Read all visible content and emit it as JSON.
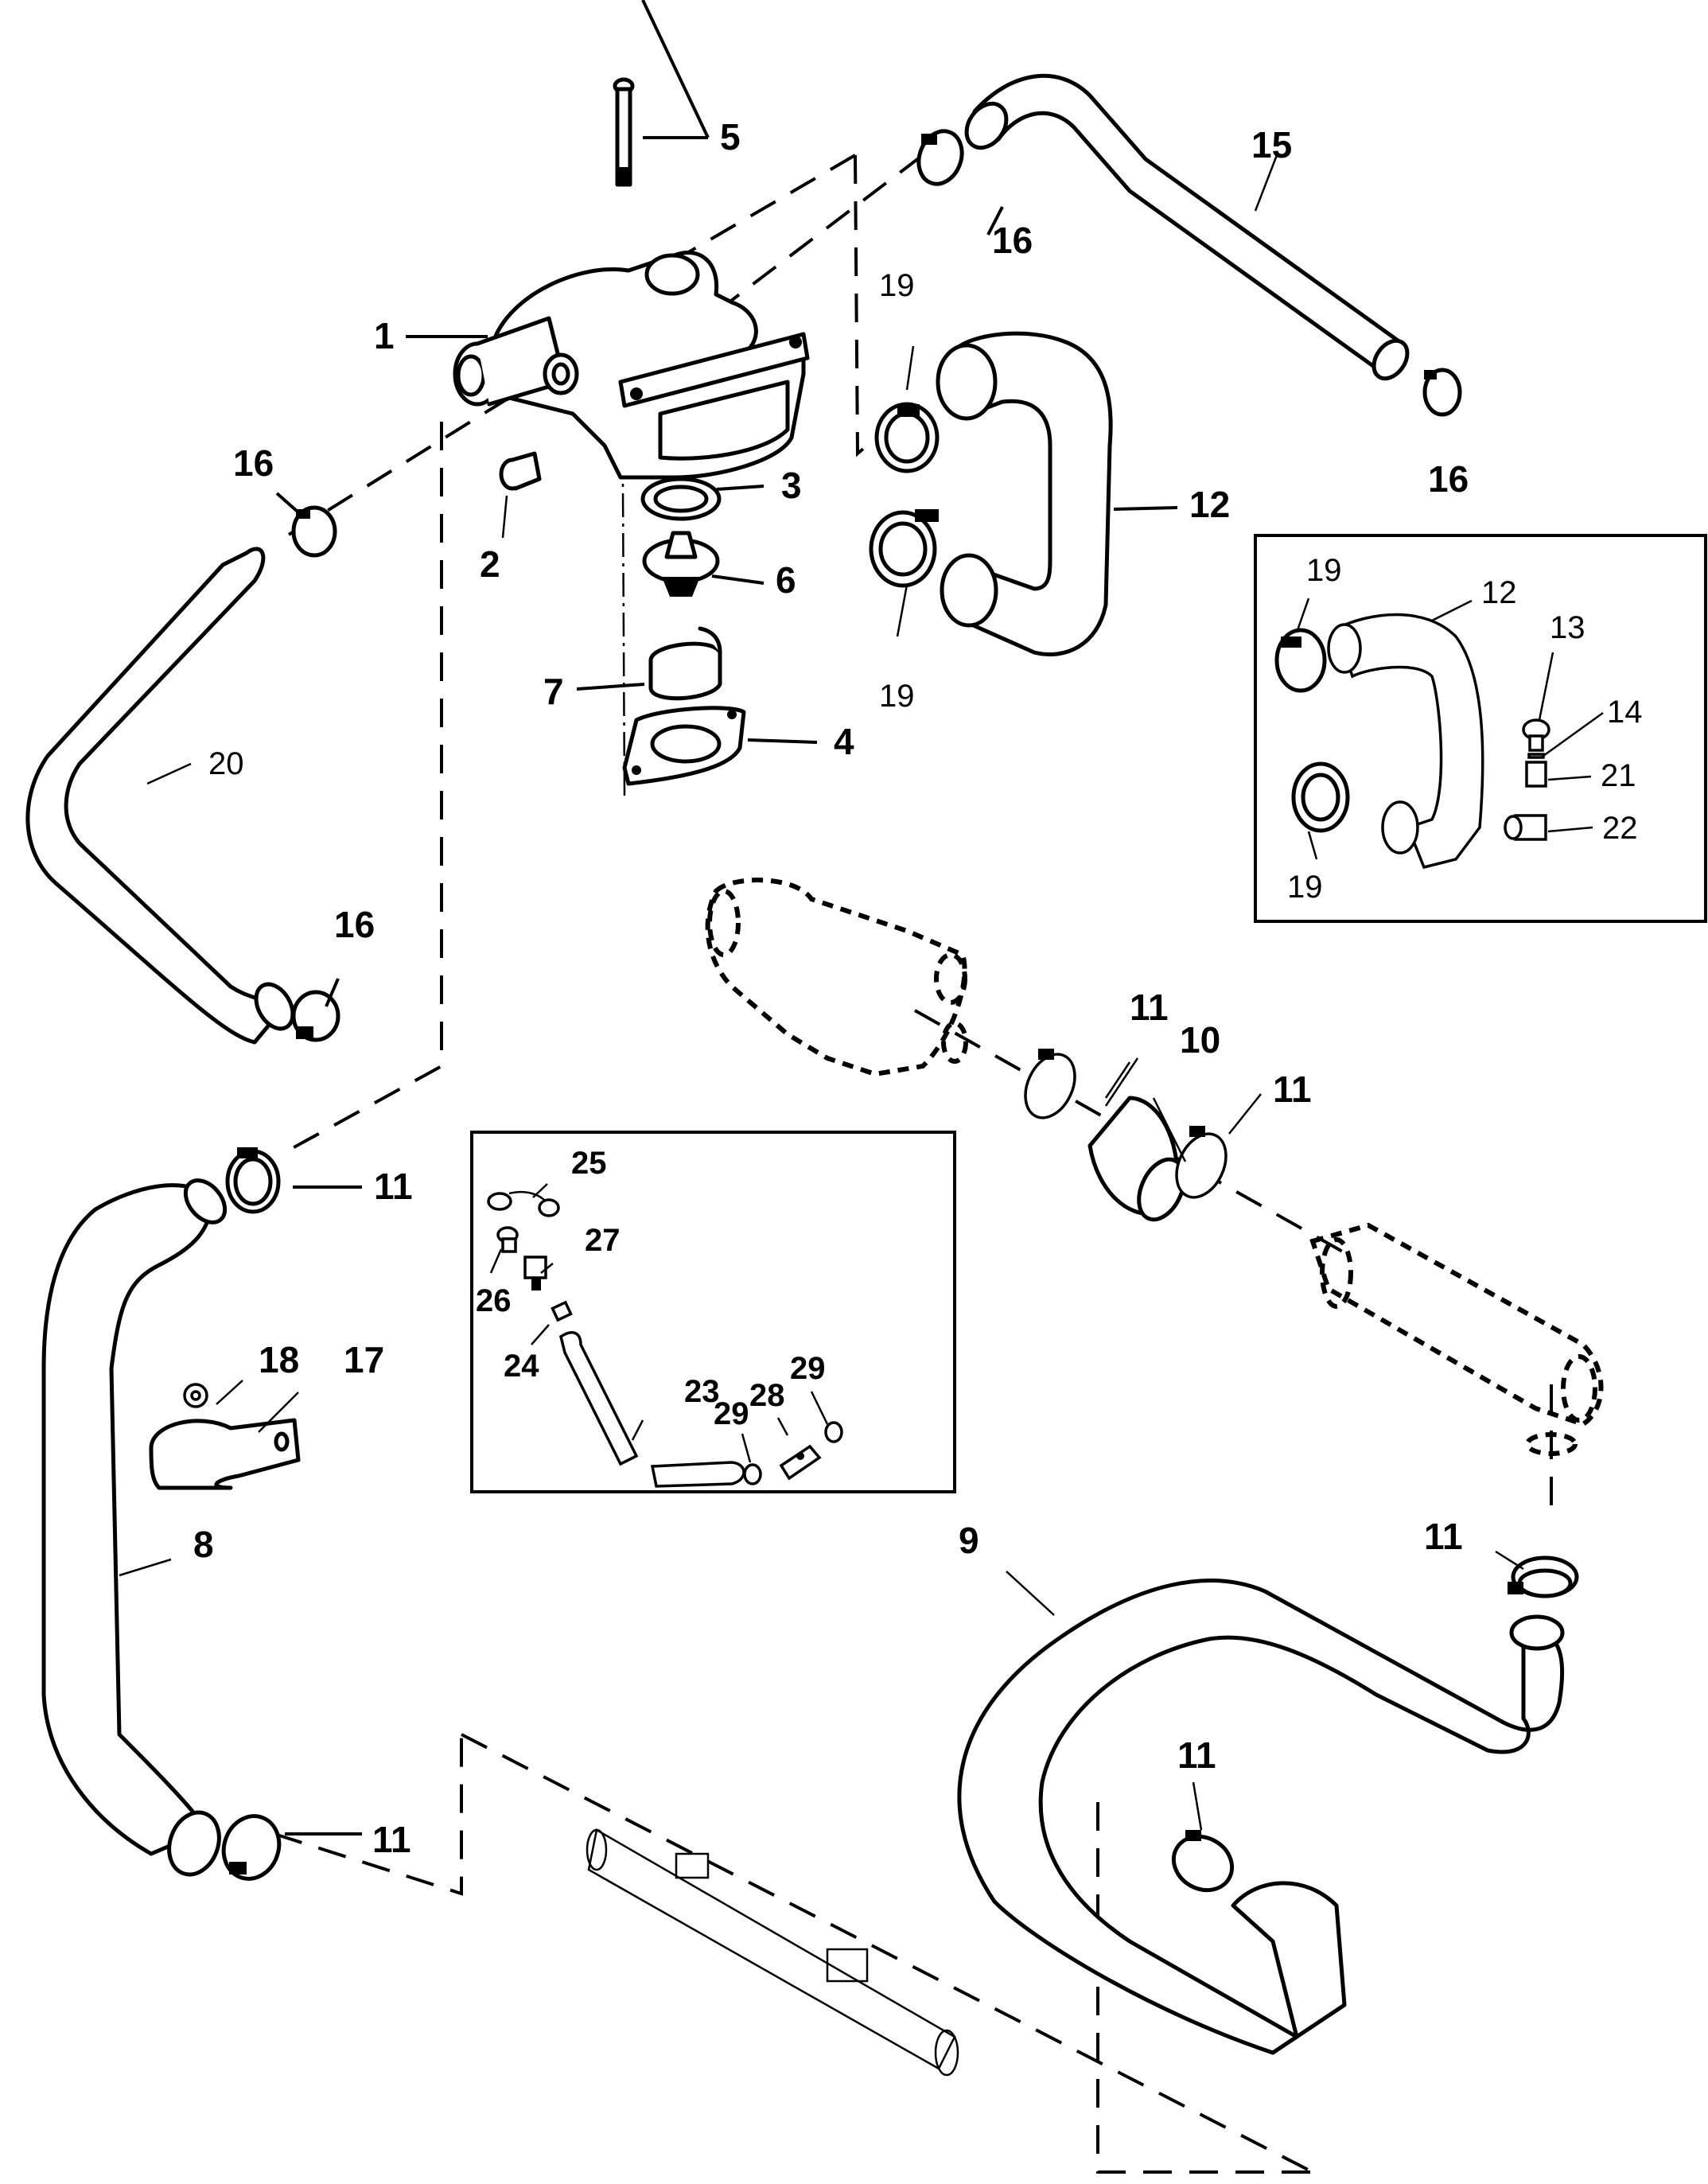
{
  "diagram": {
    "title": "Cooling system hose exploded view",
    "callouts": {
      "c1": "1",
      "c2": "2",
      "c3": "3",
      "c4": "4",
      "c5": "5",
      "c6": "6",
      "c7": "7",
      "c8": "8",
      "c9": "9",
      "c10": "10",
      "c11a": "11",
      "c11b": "11",
      "c11c": "11",
      "c11d": "11",
      "c11e": "11",
      "c11f": "11",
      "c12": "12",
      "c15": "15",
      "c16a": "16",
      "c16b": "16",
      "c16c": "16",
      "c16d": "16",
      "c17": "17",
      "c18": "18",
      "c19a": "19",
      "c19b": "19",
      "c20": "20"
    },
    "inset_hose": {
      "c12": "12",
      "c13": "13",
      "c14": "14",
      "c19a": "19",
      "c19b": "19",
      "c21": "21",
      "c22": "22"
    },
    "inset_drain": {
      "c23": "23",
      "c24": "24",
      "c25": "25",
      "c26": "26",
      "c27": "27",
      "c28": "28",
      "c29a": "29",
      "c29b": "29"
    }
  }
}
